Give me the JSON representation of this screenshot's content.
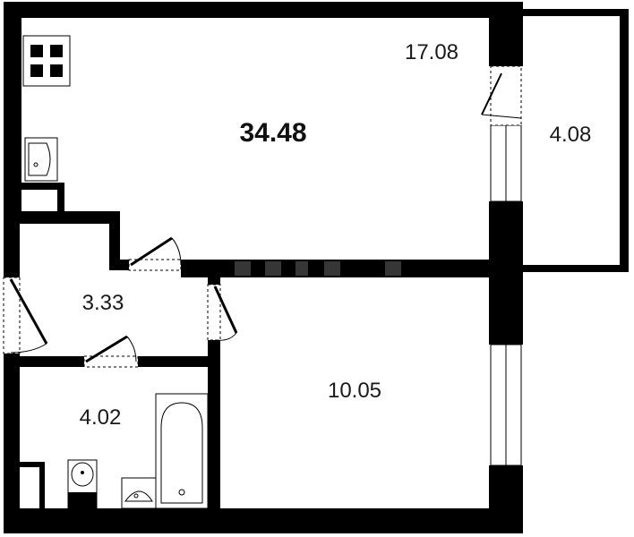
{
  "plan": {
    "total_area": "34.48",
    "rooms": {
      "living_kitchen": "17.08",
      "balcony": "4.08",
      "hallway": "3.33",
      "bathroom": "4.02",
      "bedroom": "10.05"
    }
  },
  "colors": {
    "wall": "#000000",
    "floor": "#ffffff",
    "watermark": "#cfcfcf"
  },
  "icons": [
    "stove-icon",
    "sink-icon",
    "toilet-icon",
    "bathtub-icon",
    "washbasin-icon",
    "door-swing-icon",
    "window-icon"
  ]
}
